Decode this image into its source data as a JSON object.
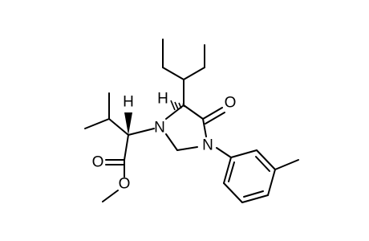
{
  "atoms": {
    "n1": "N",
    "n3": "N",
    "o_ketone": "O",
    "o_carbonyl": "O",
    "o_ester": "O",
    "h_c4": "H",
    "h_alpha": "H"
  },
  "colors": {
    "ink": "#000000",
    "background": "#ffffff"
  }
}
